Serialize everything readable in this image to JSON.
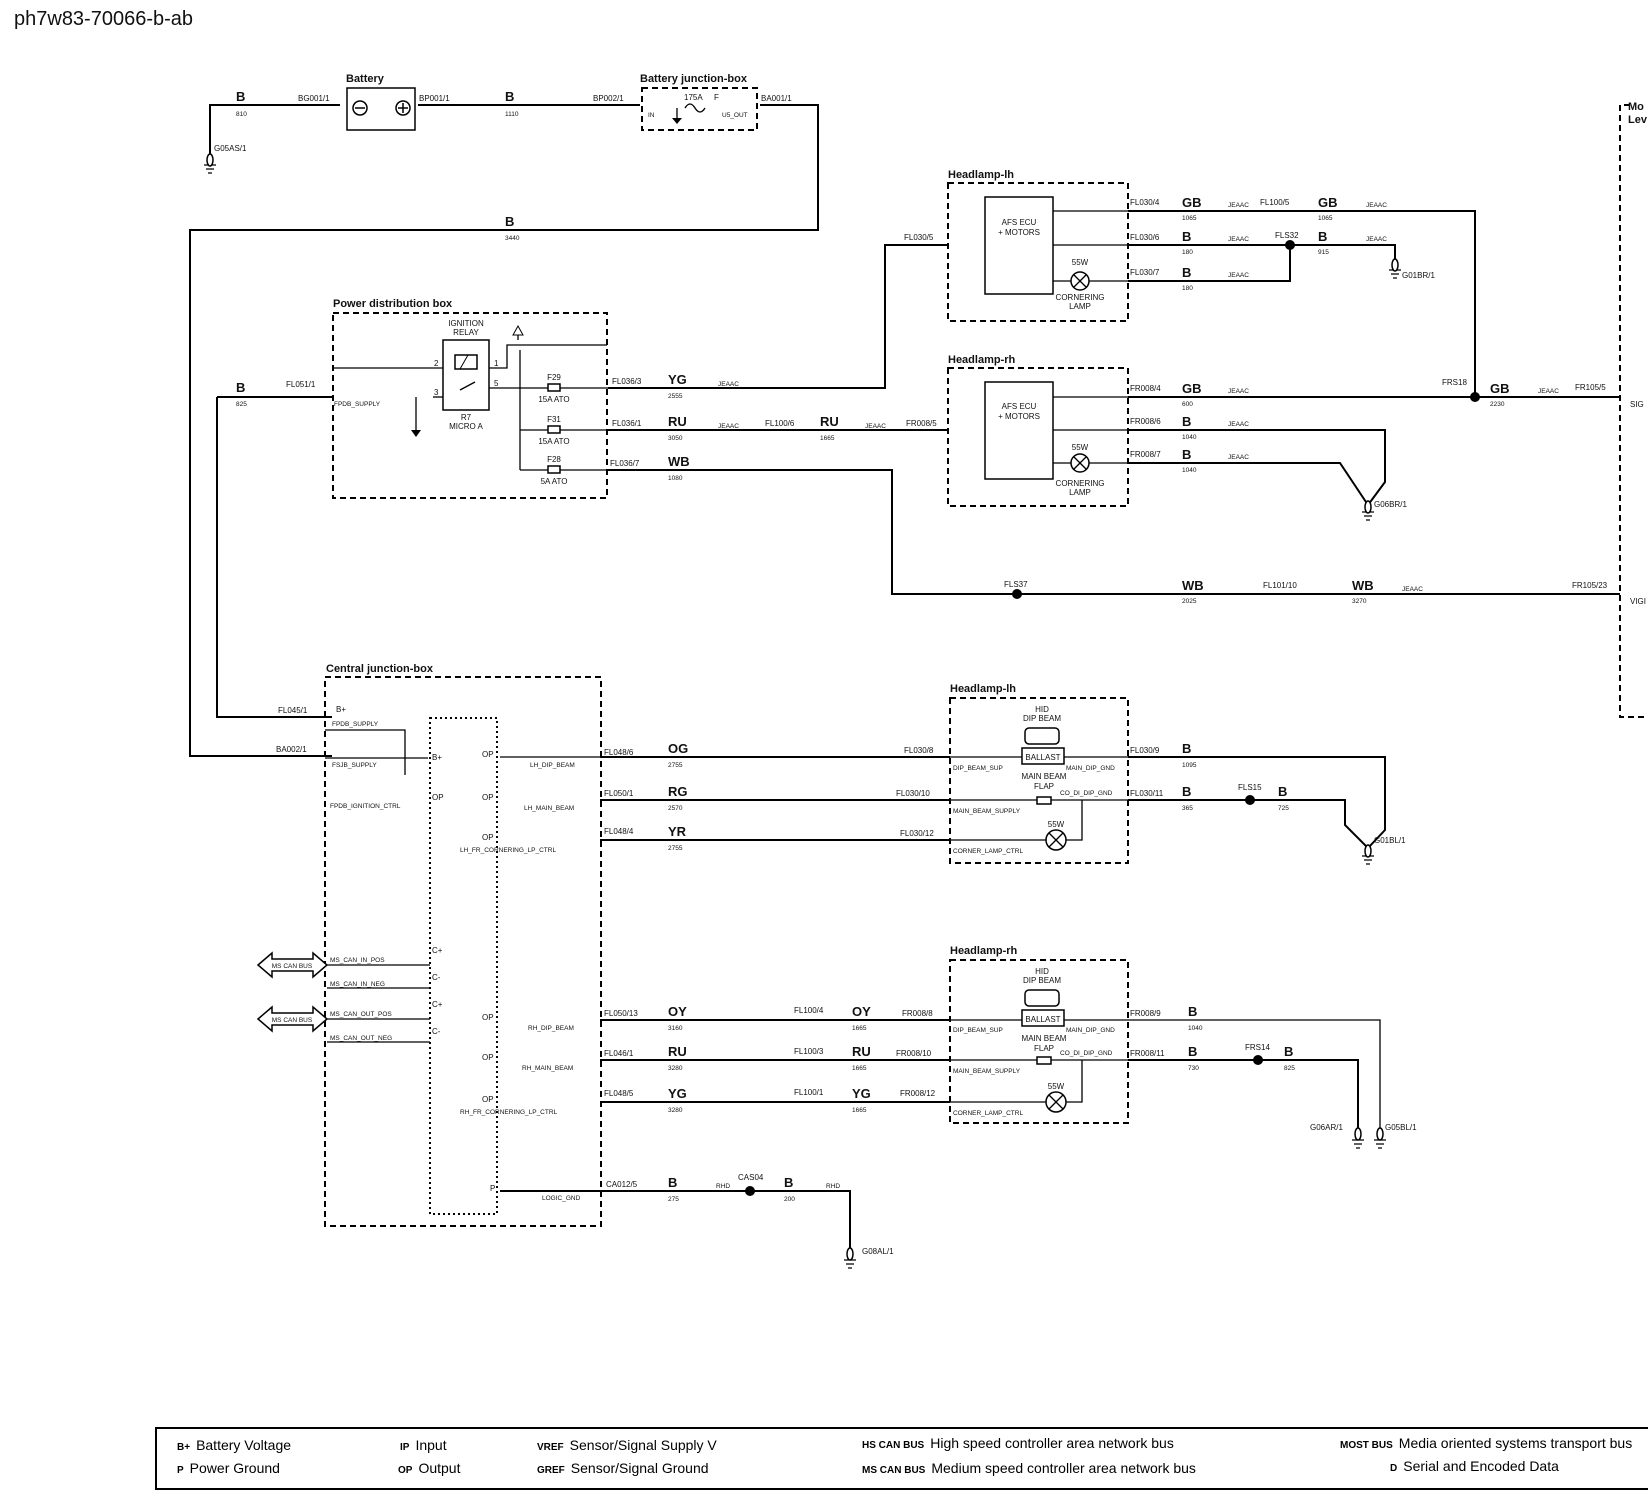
{
  "document_id": "ph7w83-70066-b-ab",
  "components": {
    "battery": "Battery",
    "battery_jb": "Battery junction-box",
    "pdb": "Power distribution box",
    "cjb": "Central junction-box",
    "hl_lh": "Headlamp-lh",
    "hl_rh": "Headlamp-rh",
    "mos_partial": "Mo",
    "lev_partial": "Lev"
  },
  "component_text": {
    "afs": [
      "AFS ECU",
      "+ MOTORS"
    ],
    "cornering": [
      "CORNERING",
      "LAMP"
    ],
    "w55": "55W",
    "hid": [
      "HID",
      "DIP BEAM"
    ],
    "ballast": "BALLAST",
    "flap": [
      "MAIN BEAM",
      "FLAP"
    ],
    "ign_relay": [
      "IGNITION",
      "RELAY"
    ],
    "r7": [
      "R7",
      "MICRO A"
    ],
    "fuse_175": "175A",
    "fuse_f": "F",
    "bjb_in": "IN",
    "bjb_out": "U5_OUT",
    "ms_can": "MS CAN BUS"
  },
  "fuses": [
    {
      "id": "F29",
      "rating": "15A ATO"
    },
    {
      "id": "F31",
      "rating": "15A ATO"
    },
    {
      "id": "F28",
      "rating": "5A ATO"
    }
  ],
  "wire_colors": {
    "w1": "B",
    "w2": "B",
    "w3": "B",
    "w4": "B",
    "w5": "YG",
    "w6": "RU",
    "w7": "RU",
    "w8": "WB",
    "w9": "GB",
    "w10": "GB",
    "w11": "B",
    "w12": "B",
    "w13": "B",
    "w14": "GB",
    "w15": "GB",
    "w16": "B",
    "w17": "B",
    "w18": "WB",
    "w19": "WB",
    "w20": "OG",
    "w21": "RG",
    "w22": "YR",
    "w23": "B",
    "w24": "B",
    "w25": "B",
    "w26": "OY",
    "w27": "OY",
    "w28": "RU",
    "w29": "RU",
    "w30": "YG",
    "w31": "YG",
    "w32": "B",
    "w33": "B",
    "w34": "B",
    "w35": "B"
  },
  "wire_numbers": {
    "n1": "810",
    "n2": "1110",
    "n3": "3440",
    "n4": "825",
    "n5": "2555",
    "n6": "3050",
    "n7": "1665",
    "n8": "1080",
    "n9": "1065",
    "n10": "1065",
    "n11": "180",
    "n12": "915",
    "n13": "180",
    "n14": "600",
    "n15": "2230",
    "n16": "1040",
    "n17": "1040",
    "n18": "2025",
    "n19": "3270",
    "n20": "2755",
    "n21": "2570",
    "n22": "2755",
    "n23": "1095",
    "n24": "365",
    "n25": "725",
    "n26": "3160",
    "n27": "1665",
    "n28": "3280",
    "n29": "1665",
    "n30": "3280",
    "n31": "1665",
    "n32": "1040",
    "n33": "730",
    "n34": "825",
    "n35": "275",
    "n36": "200"
  },
  "connectors": {
    "c1": "BG001/1",
    "c2": "BP001/1",
    "c3": "BP002/1",
    "c4": "BA001/1",
    "c5": "G05AS/1",
    "c6": "FL051/1",
    "c7": "FL036/3",
    "c8": "FL036/1",
    "c9": "FL036/7",
    "c10": "FL100/6",
    "c11": "FR008/5",
    "c12": "FL030/5",
    "c13": "FL030/4",
    "c14": "FL100/5",
    "c15": "FL030/6",
    "c16": "FLS32",
    "c17": "FL030/7",
    "c18": "G01BR/1",
    "c19": "FR008/4",
    "c20": "FR008/6",
    "c21": "FR008/7",
    "c22": "FRS18",
    "c23": "FR105/5",
    "c24": "G06BR/1",
    "c25": "FLS37",
    "c26": "FL101/10",
    "c27": "FR105/23",
    "c28": "FL045/1",
    "c29": "BA002/1",
    "c30": "FL048/6",
    "c31": "FL050/1",
    "c32": "FL048/4",
    "c33": "FL030/8",
    "c34": "FL030/10",
    "c35": "FL030/12",
    "c36": "FL030/9",
    "c37": "FL030/11",
    "c38": "FLS15",
    "c39": "G01BL/1",
    "c40": "FL050/13",
    "c41": "FL046/1",
    "c42": "FL048/5",
    "c43": "FL100/4",
    "c44": "FL100/3",
    "c45": "FL100/1",
    "c46": "FR008/8",
    "c47": "FR008/10",
    "c48": "FR008/12",
    "c49": "FR008/9",
    "c50": "FR008/11",
    "c51": "FRS14",
    "c52": "G06AR/1",
    "c53": "G05BL/1",
    "c54": "CA012/5",
    "c55": "CAS04",
    "c56": "G08AL/1"
  },
  "harness_tags": {
    "h1": "JEAAC",
    "h2": "JEAAC",
    "h3": "JEAAC",
    "h4": "JEAAC",
    "h5": "JEAAC",
    "h6": "JEAAC",
    "h7": "JEAAC",
    "h8": "JEAAC",
    "h9": "JEAAC",
    "h10": "JEAAC",
    "h11": "JEAAC",
    "h12": "JEAAC",
    "r1": "RHD",
    "r2": "RHD"
  },
  "pin_labels": {
    "p1": "FPDB_SUPPLY",
    "p2": "B+",
    "p3": "FPDB_SUPPLY",
    "p4": "FSJB_SUPPLY",
    "p5": "B+",
    "p6": "FPDB_IGNITION_CTRL",
    "p7": "OP",
    "p8": "OP",
    "p9": "LH_DIP_BEAM",
    "p10": "OP",
    "p11": "LH_MAIN_BEAM",
    "p12": "OP",
    "p13": "LH_FR_CORNERING_LP_CTRL",
    "p14": "MS_CAN_IN_POS",
    "p15": "MS_CAN_IN_NEG",
    "p16": "MS_CAN_OUT_POS",
    "p17": "MS_CAN_OUT_NEG",
    "p18": "C+",
    "p19": "C-",
    "p20": "C+",
    "p21": "C-",
    "p22": "OP",
    "p23": "RH_DIP_BEAM",
    "p24": "OP",
    "p25": "RH_MAIN_BEAM",
    "p26": "OP",
    "p27": "RH_FR_CORNERING_LP_CTRL",
    "p28": "P",
    "p29": "LOGIC_GND",
    "p30": "DIP_BEAM_SUP",
    "p31": "MAIN_DIP_GND",
    "p32": "MAIN_BEAM_SUPPLY",
    "p33": "CO_DI_DIP_GND",
    "p34": "CORNER_LAMP_CTRL",
    "p35": "DIP_BEAM_SUP",
    "p36": "MAIN_DIP_GND",
    "p37": "MAIN_BEAM_SUPPLY",
    "p38": "CO_DI_DIP_GND",
    "p39": "CORNER_LAMP_CTRL",
    "p40": "2",
    "p41": "1",
    "p42": "3",
    "p43": "5",
    "p44": "SIG",
    "p45": "VIGI"
  },
  "legend": [
    {
      "code": "B+",
      "text": "Battery Voltage"
    },
    {
      "code": "P",
      "text": "Power Ground"
    },
    {
      "code": "IP",
      "text": "Input"
    },
    {
      "code": "OP",
      "text": "Output"
    },
    {
      "code": "VREF",
      "text": "Sensor/Signal Supply V"
    },
    {
      "code": "GREF",
      "text": "Sensor/Signal Ground"
    },
    {
      "code": "HS CAN BUS",
      "text": "High speed controller area network bus"
    },
    {
      "code": "MS CAN BUS",
      "text": "Medium speed controller area network bus"
    },
    {
      "code": "MOST BUS",
      "text": "Media oriented systems transport bus"
    },
    {
      "code": "D",
      "text": "Serial and Encoded Data"
    }
  ]
}
